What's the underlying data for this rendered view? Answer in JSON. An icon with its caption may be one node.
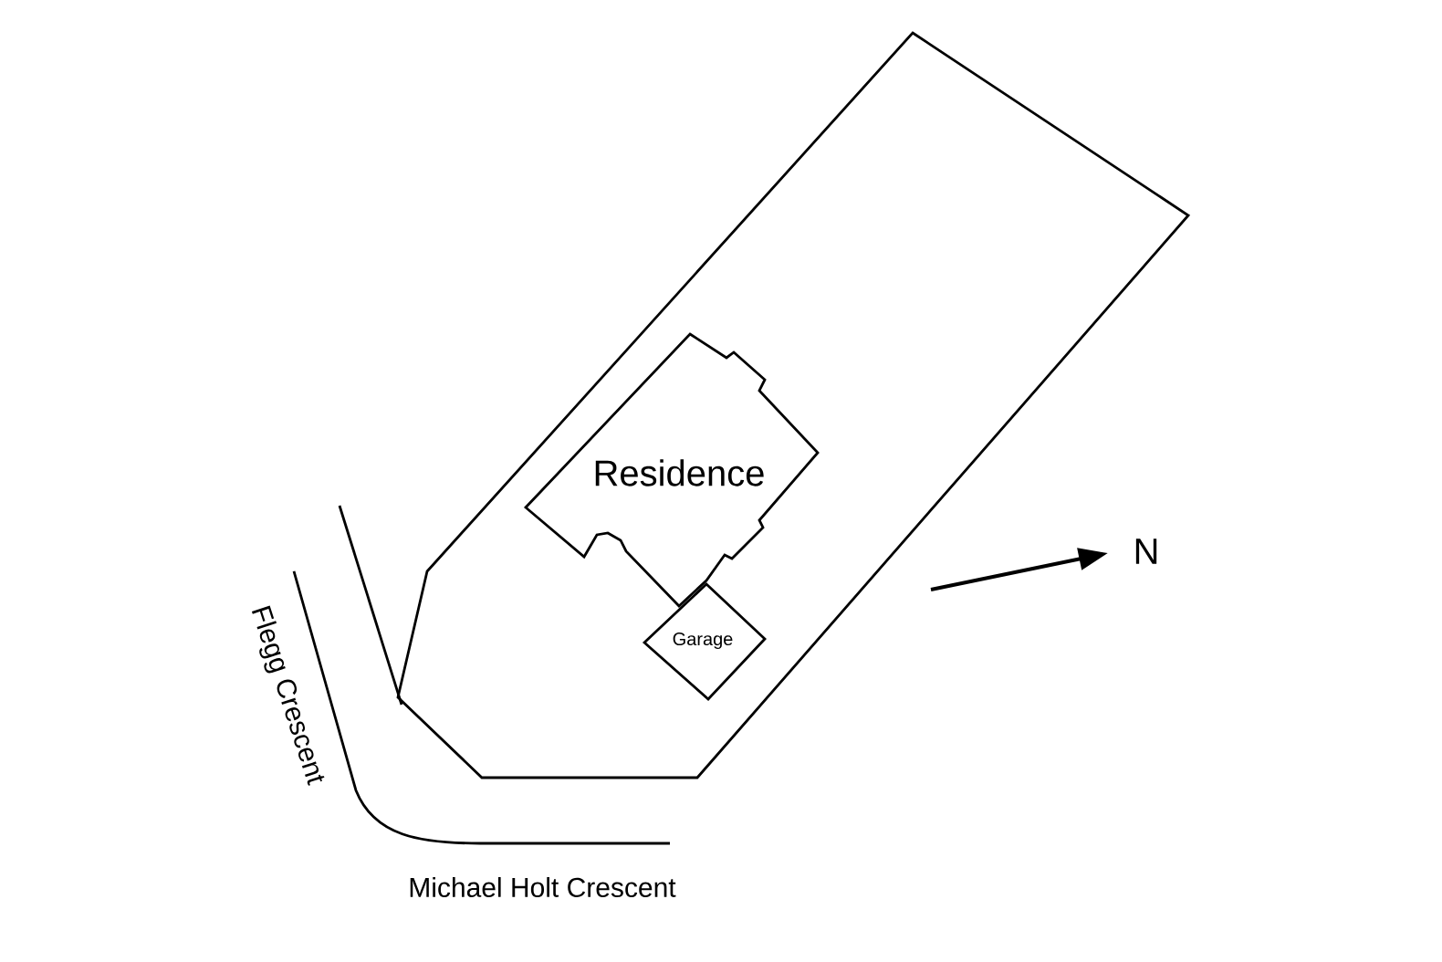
{
  "diagram": {
    "nodes": [
      {
        "text": [
          "Residence"
        ]
      },
      {
        "text": [
          "Garage"
        ]
      }
    ],
    "labels": [
      "Flegg Crescent",
      "Michael Holt Crescent",
      "N"
    ]
  }
}
